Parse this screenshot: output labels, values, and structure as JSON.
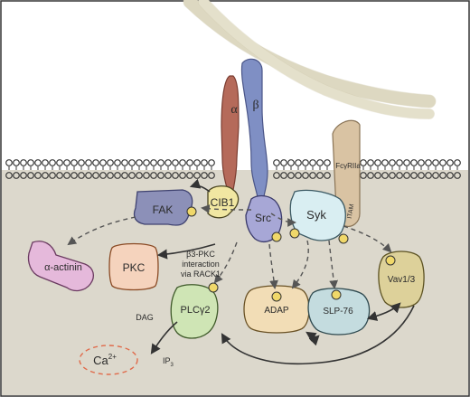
{
  "diagram": {
    "subunits": {
      "alpha": "α",
      "beta": "β"
    },
    "receptor": "FcγRIIa",
    "itam": "ITAM",
    "nodes": {
      "fak": "FAK",
      "cib1": "CIB1",
      "src": "Src",
      "syk": "Syk",
      "pkc": "PKC",
      "actinin": "α-actinin",
      "plcg2": "PLCγ2",
      "adap": "ADAP",
      "slp76": "SLP-76",
      "vav": "Vav1/3",
      "dag": "DAG",
      "ip3": "IP",
      "ip3_sub": "3",
      "ca": "Ca",
      "ca_sup": "2+"
    },
    "annotation": {
      "line1": "β3-PKC",
      "line2": "interaction",
      "line3": "via RACK1"
    },
    "colors": {
      "cytoplasm": "#dcd8cc",
      "membrane": "#3a3a3a",
      "alpha": "#b56a5a",
      "beta": "#7f8fc4",
      "fcgr": "#d9c3a3",
      "fak": "#8c90b8",
      "cib1": "#f1e7a2",
      "src": "#a7a7d6",
      "syk": "#d9eef2",
      "pkc": "#f5d3bd",
      "actinin": "#e5b9db",
      "plcg2": "#cfe5b5",
      "adap": "#f2ddb6",
      "slp76": "#c4dcdf",
      "vav": "#ddd19a",
      "dot": "#f0d86a",
      "ca": "#e06a4a"
    }
  }
}
